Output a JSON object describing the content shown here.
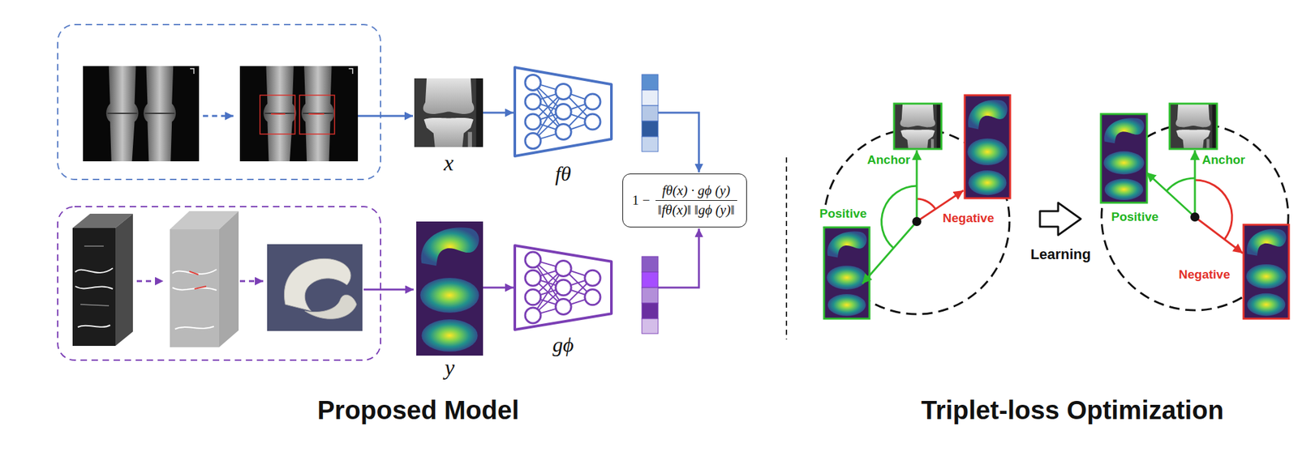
{
  "diagram": {
    "nodes": [
      {
        "text": [
          "x"
        ]
      },
      {
        "text": [
          "fθ"
        ]
      },
      {
        "text": [
          "y"
        ]
      },
      {
        "text": [
          "gϕ"
        ]
      },
      {
        "text": [
          "1 −",
          "fθ(x) · gϕ (y)",
          "‖fθ(x)‖ ‖gϕ (y)‖"
        ]
      }
    ],
    "edges": [
      {
        "from": 0,
        "to": 1,
        "arrow": "to"
      },
      {
        "from": 2,
        "to": 3,
        "arrow": "to"
      }
    ],
    "labels": [
      "Anchor",
      "Positive",
      "Negative",
      "Learning",
      "Anchor",
      "Positive",
      "Negative",
      "Proposed Model",
      "Triplet-loss Optimization"
    ]
  }
}
